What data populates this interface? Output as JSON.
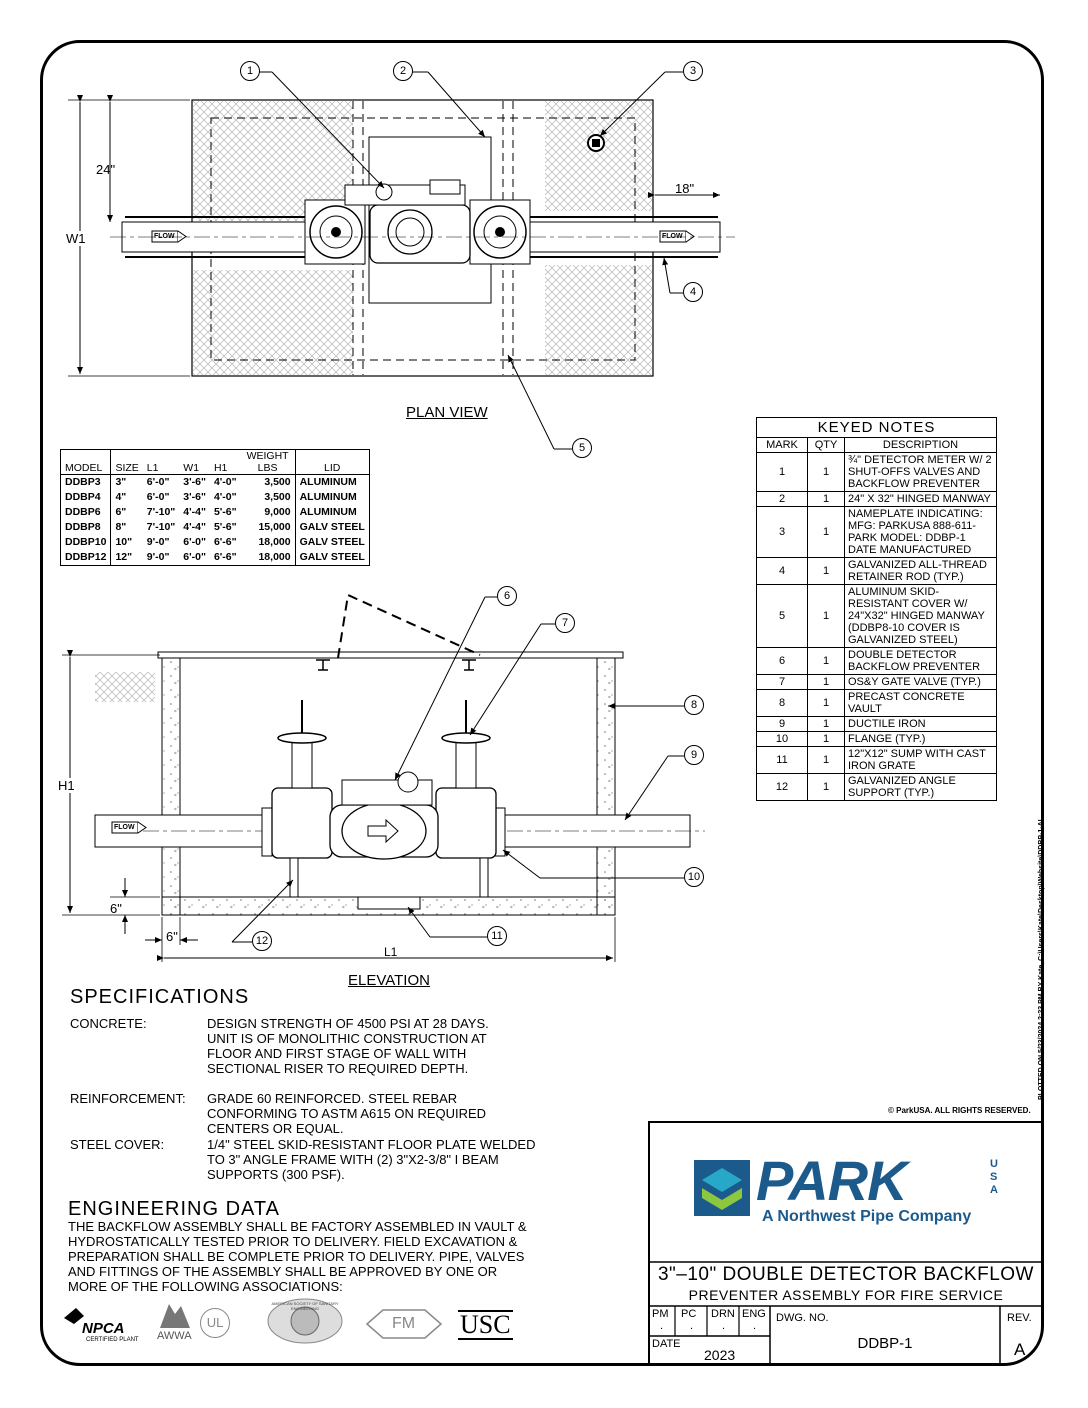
{
  "plan_view": {
    "title": "PLAN VIEW",
    "dim_24": "24\"",
    "dim_18": "18\"",
    "dim_w1": "W1",
    "flow_left": "FLOW",
    "flow_right": "FLOW",
    "callouts": [
      "1",
      "2",
      "3",
      "4",
      "5"
    ]
  },
  "elevation": {
    "title": "ELEVATION",
    "dim_h1": "H1",
    "dim_6_vert": "6\"",
    "dim_6_horiz": "6\"",
    "dim_l1": "L1",
    "flow": "FLOW",
    "callouts": [
      "6",
      "7",
      "8",
      "9",
      "10",
      "11",
      "12"
    ]
  },
  "model_table": {
    "headers": [
      "MODEL",
      "SIZE",
      "L1",
      "W1",
      "H1",
      "WEIGHT LBS",
      "LID"
    ],
    "rows": [
      [
        "DDBP3",
        "3\"",
        "6'-0\"",
        "3'-6\"",
        "4'-0\"",
        "3,500",
        "ALUMINUM"
      ],
      [
        "DDBP4",
        "4\"",
        "6'-0\"",
        "3'-6\"",
        "4'-0\"",
        "3,500",
        "ALUMINUM"
      ],
      [
        "DDBP6",
        "6\"",
        "7'-10\"",
        "4'-4\"",
        "5'-6\"",
        "9,000",
        "ALUMINUM"
      ],
      [
        "DDBP8",
        "8\"",
        "7'-10\"",
        "4'-4\"",
        "5'-6\"",
        "15,000",
        "GALV STEEL"
      ],
      [
        "DDBP10",
        "10\"",
        "9'-0\"",
        "6'-0\"",
        "6'-6\"",
        "18,000",
        "GALV STEEL"
      ],
      [
        "DDBP12",
        "12\"",
        "9'-0\"",
        "6'-0\"",
        "6'-6\"",
        "18,000",
        "GALV STEEL"
      ]
    ]
  },
  "keyed_notes": {
    "title": "KEYED NOTES",
    "headers": [
      "MARK",
      "QTY",
      "DESCRIPTION"
    ],
    "rows": [
      [
        "1",
        "1",
        "¾\" DETECTOR METER w/ 2 SHUT-OFFS VALVES AND BACKFLOW PREVENTER"
      ],
      [
        "2",
        "1",
        "24\" x 32\" HINGED MANWAY"
      ],
      [
        "3",
        "1",
        "NAMEPLATE INDICATING: MFG: PARKUSA 888-611-PARK MODEL: DDBP-1 DATE MANUFACTURED"
      ],
      [
        "4",
        "1",
        "GALVANIZED ALL-THREAD RETAINER ROD (TYP.)"
      ],
      [
        "5",
        "1",
        "ALUMINUM SKID-RESISTANT COVER w/ 24\"x32\" HINGED MANWAY (DDBP8-10 COVER IS GALVANIZED STEEL)"
      ],
      [
        "6",
        "1",
        "DOUBLE DETECTOR BACKFLOW PREVENTER"
      ],
      [
        "7",
        "1",
        "OS&Y GATE VALVE (TYP.)"
      ],
      [
        "8",
        "1",
        "PRECAST CONCRETE VAULT"
      ],
      [
        "9",
        "1",
        "DUCTILE IRON"
      ],
      [
        "10",
        "1",
        "FLANGE (TYP.)"
      ],
      [
        "11",
        "1",
        "12\"x12\" SUMP WITH CAST IRON GRATE"
      ],
      [
        "12",
        "1",
        "GALVANIZED ANGLE SUPPORT (TYP.)"
      ]
    ]
  },
  "specifications": {
    "heading": "SPECIFICATIONS",
    "items": [
      {
        "label": "CONCRETE:",
        "text": "DESIGN STRENGTH OF 4500 PSI AT 28 DAYS. UNIT IS OF MONOLITHIC CONSTRUCTION AT FLOOR AND FIRST STAGE OF WALL WITH SECTIONAL RISER TO REQUIRED DEPTH."
      },
      {
        "label": "REINFORCEMENT:",
        "text": "GRADE 60 REINFORCED. STEEL REBAR CONFORMING TO ASTM A615 ON REQUIRED CENTERS OR EQUAL."
      },
      {
        "label": "STEEL COVER:",
        "text": "1/4\" STEEL SKID-RESISTANT FLOOR PLATE WELDED TO 3\" ANGLE FRAME WITH (2) 3\"X2-3/8\" I BEAM SUPPORTS (300 PSF)."
      }
    ]
  },
  "engineering": {
    "heading": "ENGINEERING DATA",
    "text": "THE BACKFLOW ASSEMBLY SHALL BE FACTORY ASSEMBLED IN VAULT & HYDROSTATICALLY TESTED PRIOR TO DELIVERY. FIELD EXCAVATION & PREPARATION SHALL BE COMPLETE PRIOR TO DELIVERY. PIPE, VALVES AND FITTINGS OF THE ASSEMBLY SHALL BE APPROVED BY ONE OR MORE OF THE FOLLOWING ASSOCIATIONS:"
  },
  "associations": {
    "npca": "NPCA",
    "npca_sub": "CERTIFIED PLANT",
    "awwa": "AWWA",
    "ul": "UL",
    "asse": "AMERICAN SOCIETY OF SANITARY ENGINEERING",
    "fm": "FM",
    "usc": "USC"
  },
  "plot_stamp": "PLOTTED ON 5/23/2024 2:23 PM BY Kate, C:\\Users\\Kate\\Desktop\\Website\\DDBP-1-AL",
  "copyright": "© ParkUSA. ALL RIGHTS RESERVED.",
  "title_block": {
    "logo_text": "PARK",
    "logo_usa": "USA",
    "tagline": "A Northwest Pipe Company",
    "title_line1": "3\"–10\" DOUBLE DETECTOR BACKFLOW",
    "title_line2": "PREVENTER ASSEMBLY FOR FIRE SERVICE",
    "pm_label": "PM",
    "pc_label": "PC",
    "drn_label": "DRN",
    "eng_label": "ENG",
    "dot": ".",
    "dwg_label": "DWG. NO.",
    "dwg_no": "DDBP-1",
    "rev_label": "REV.",
    "rev": "A",
    "date_label": "DATE",
    "date": "2023"
  },
  "colors": {
    "logo_blue": "#1c5a8c",
    "logo_green": "#8dc63f",
    "logo_teal": "#27a8c9",
    "hatch": "#c8c8c8"
  }
}
